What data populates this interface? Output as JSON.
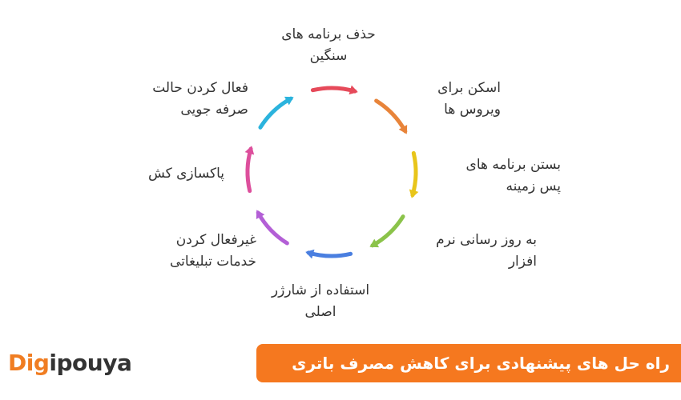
{
  "diagram": {
    "steps": [
      {
        "lines": [
          "حذف برنامه های",
          "سنگین"
        ],
        "color": "#e64a5a"
      },
      {
        "lines": [
          "اسکن برای",
          "ویروس ها"
        ],
        "color": "#e8843a"
      },
      {
        "lines": [
          "بستن برنامه های",
          "پس زمینه"
        ],
        "color": "#e8c51a"
      },
      {
        "lines": [
          "به روز رسانی نرم",
          "افزار"
        ],
        "color": "#8bc34a"
      },
      {
        "lines": [
          "استفاده از شارژر",
          "اصلی"
        ],
        "color": "#4a7fe0"
      },
      {
        "lines": [
          "غیرفعال کردن",
          "خدمات تبلیغاتی"
        ],
        "color": "#b35fd6"
      },
      {
        "lines": [
          "پاکسازی کش"
        ],
        "color": "#dd4f9c"
      },
      {
        "lines": [
          "فعال کردن حالت",
          "صرفه جویی"
        ],
        "color": "#2bb3dd"
      }
    ]
  },
  "footer": {
    "logo": {
      "part_a": "Dig",
      "part_b": "ipouya",
      "accent_color": "#f07d22"
    },
    "banner_text": "راه حل های پیشنهادی برای کاهش مصرف باتری",
    "banner_color": "#f5781f"
  }
}
